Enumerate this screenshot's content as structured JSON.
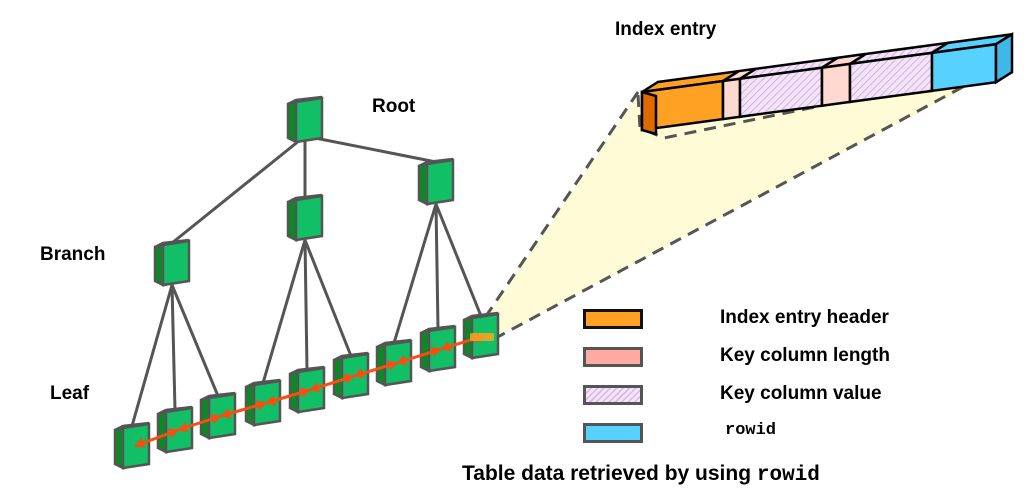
{
  "labels": {
    "root": "Root",
    "branch": "Branch",
    "leaf": "Leaf",
    "index_entry": "Index entry"
  },
  "legend": [
    {
      "label": "Index entry header",
      "color": "#ffa223",
      "mono": false
    },
    {
      "label": "Key column length",
      "color": "#ffaba3",
      "mono": false
    },
    {
      "label": "Key column value",
      "color": "#efd9f5",
      "mono": false,
      "hatch": true
    },
    {
      "label": "rowid",
      "color": "#57d1ff",
      "mono": true
    }
  ],
  "caption": {
    "text": "Table data retrieved by using",
    "code": "rowid"
  },
  "colors": {
    "node_face": "#10bf66",
    "node_side": "#0a8a23",
    "node_border": "#555555",
    "edge": "#555555",
    "leaf_link": "#ff4a10",
    "zoom_cone": "#fffbd6",
    "entry_header": "#ffa223",
    "entry_key_length": "#ffd9d0",
    "entry_key_value": "#f2dcf6",
    "entry_rowid": "#57d1ff"
  },
  "tree": {
    "levels": [
      "root",
      "branch",
      "leaf"
    ],
    "root_children": 3,
    "branch_children": [
      3,
      3,
      3
    ],
    "leaf_count": 9,
    "leaf_links": "bidirectional"
  },
  "index_entry_segments": [
    "header",
    "key-length",
    "key-value",
    "key-length",
    "key-value",
    "rowid"
  ]
}
